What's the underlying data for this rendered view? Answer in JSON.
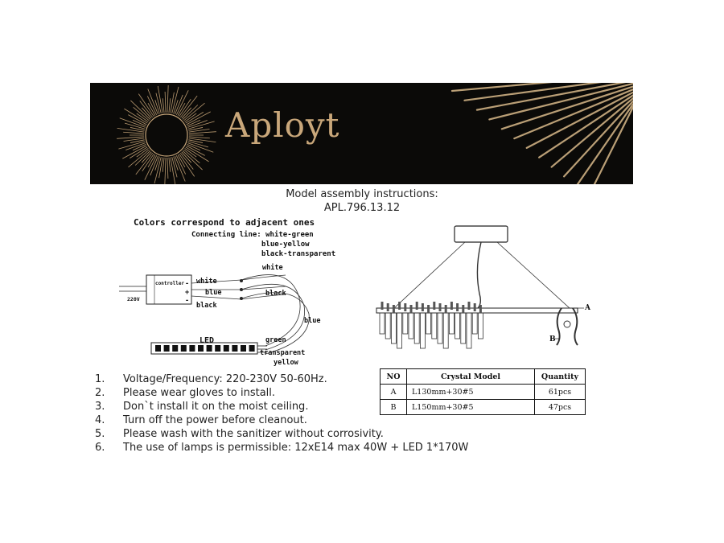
{
  "brand": "Aployt",
  "header": {
    "line1": "Model assembly instructions:",
    "line2": "APL.796.13.12"
  },
  "wiring": {
    "title": "Colors correspond to adjacent ones",
    "connecting_prefix": "Connecting line:",
    "pairs": [
      "white-green",
      "blue-yellow",
      "black-transparent"
    ],
    "controller_label": "controller",
    "voltage_label": "220V",
    "polarity": [
      "-",
      "+",
      "-"
    ],
    "wire_labels": {
      "white_left": "white",
      "blue_left": "blue",
      "black_left": "black",
      "white_right": "white",
      "black_right": "black",
      "blue_right": "blue",
      "green": "green",
      "transparent": "transparent",
      "yellow": "yellow",
      "led": "LED"
    }
  },
  "lamp_labels": {
    "a": "A",
    "b": "B"
  },
  "crystal_table": {
    "headers": [
      "NO",
      "Crystal  Model",
      "Quantity"
    ],
    "rows": [
      [
        "A",
        "L130mm+30#5",
        "61pcs"
      ],
      [
        "B",
        "L150mm+30#5",
        "47pcs"
      ]
    ]
  },
  "notes": [
    {
      "num": "1.",
      "text": "Voltage/Frequency: 220-230V 50-60Hz."
    },
    {
      "num": "2.",
      "text": "Please wear gloves to install."
    },
    {
      "num": "3.",
      "text": "Don`t install it on the moist ceiling."
    },
    {
      "num": "4.",
      "text": "Turn off the power before cleanout."
    },
    {
      "num": "5.",
      "text": "Please wash with the sanitizer without corrosivity."
    },
    {
      "num": "6.",
      "text": "The use of lamps is permissible: 12xE14 max 40W + LED 1*170W"
    }
  ],
  "colors": {
    "banner_bg": "#0b0a08",
    "gold": "#c9a77a"
  }
}
